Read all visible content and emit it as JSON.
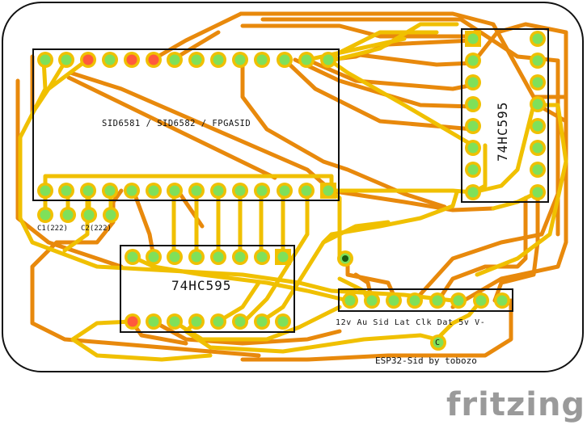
{
  "board": {
    "outline_color": "#111111",
    "trace_color_top": "#f0c000",
    "trace_color_bottom": "#e8890c",
    "pad_color": "#7fe05a",
    "pad_ring_color": "#f0c000",
    "pad_red_color": "#ff5a3c"
  },
  "labels": {
    "sid_chip": "SID6581 / SID6582 / FPGASID",
    "shift_register_left": "74HC595",
    "shift_register_right": "74HC595",
    "cap1": "C1(222)",
    "cap2": "C2(222)",
    "header_pins": "12v Au Sid Lat Clk Dat 5v V-",
    "credit": "ESP32-Sid by tobozo",
    "c_marker": "C"
  },
  "brand": "fritzing",
  "header_pin_names": [
    "12v",
    "Au",
    "Sid",
    "Lat",
    "Clk",
    "Dat",
    "5v",
    "V-"
  ]
}
